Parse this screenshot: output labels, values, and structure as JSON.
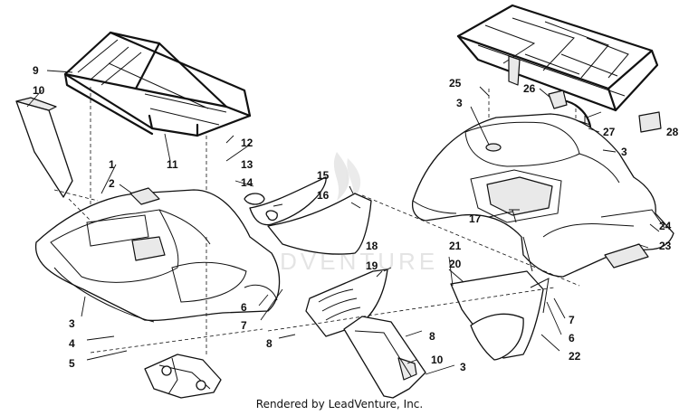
{
  "watermark": {
    "text": "LEADVENTURE"
  },
  "credit": "Rendered by LeadVenture, Inc.",
  "callouts": {
    "c1": "1",
    "c2": "2",
    "c3a": "3",
    "c3b": "3",
    "c3c": "3",
    "c3d": "3",
    "c4": "4",
    "c5": "5",
    "c6a": "6",
    "c6b": "6",
    "c7a": "7",
    "c7b": "7",
    "c8a": "8",
    "c8b": "8",
    "c9": "9",
    "c10a": "10",
    "c10b": "10",
    "c11": "11",
    "c12": "12",
    "c13": "13",
    "c14": "14",
    "c15": "15",
    "c16": "16",
    "c17": "17",
    "c18": "18",
    "c19": "19",
    "c20": "20",
    "c21": "21",
    "c22": "22",
    "c23": "23",
    "c24": "24",
    "c25": "25",
    "c26": "26",
    "c27": "27",
    "c28": "28"
  }
}
